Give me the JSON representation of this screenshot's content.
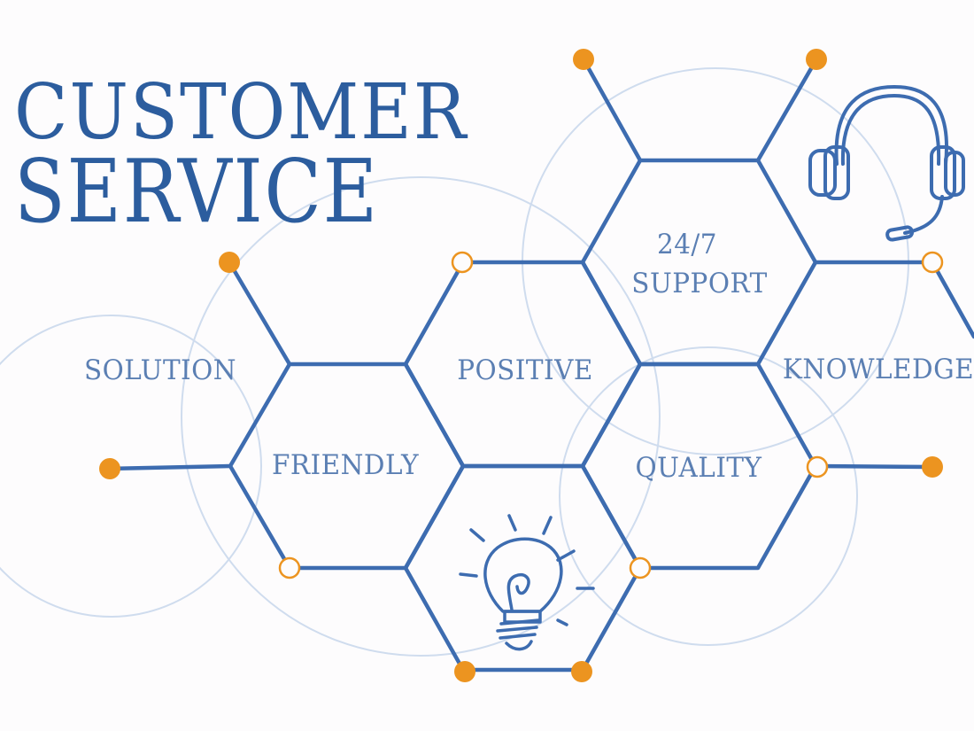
{
  "title": {
    "line1": "CUSTOMER",
    "line2": "SERVICE"
  },
  "labels": {
    "solution": "SOLUTION",
    "positive": "POSITIVE",
    "support_line1": "24/7",
    "support_line2": "SUPPORT",
    "knowledge": "KNOWLEDGE",
    "friendly": "FRIENDLY",
    "quality": "QUALITY"
  },
  "icons": [
    "headset-icon",
    "lightbulb-icon"
  ],
  "colors": {
    "title": "#2c5d9e",
    "label": "#5b7fb3",
    "hex_stroke": "#3d6cb0",
    "circle": "#cfdcee",
    "node": "#ec9420",
    "background": "#fdfcfd"
  }
}
